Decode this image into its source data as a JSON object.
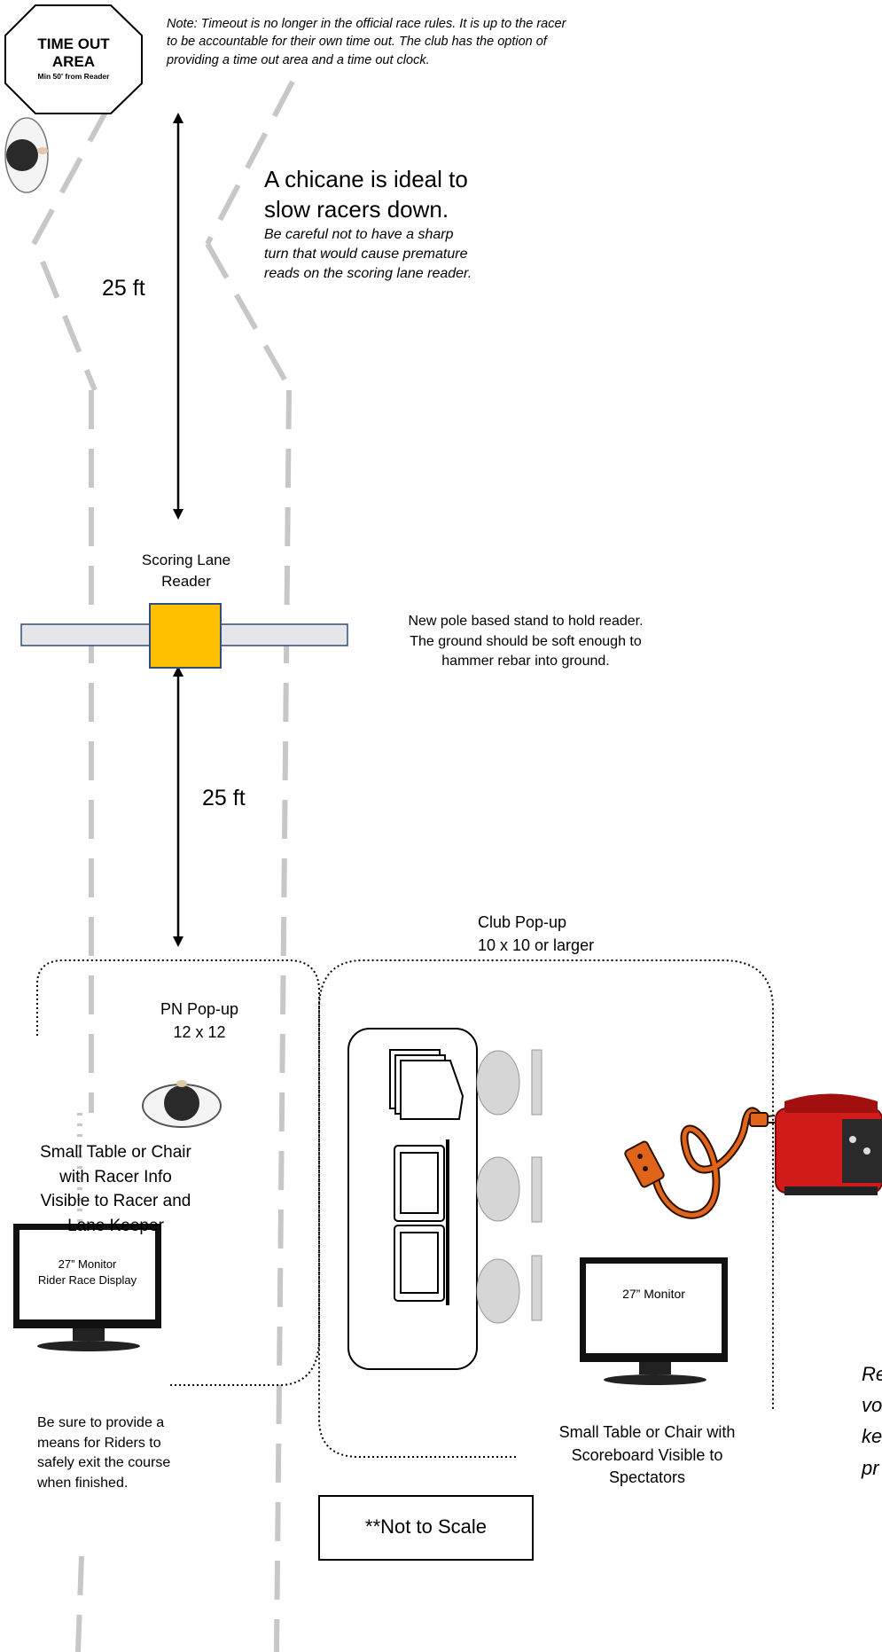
{
  "timeout_sign": {
    "title_line1": "TIME OUT",
    "title_line2": "AREA",
    "subtitle": "Min 50' from Reader"
  },
  "timeout_note": {
    "line1": "Note: Timeout is no longer in the official race rules.  It is up to the racer",
    "line2": "to be accountable for their own time out.  The club has the option of",
    "line3": "providing a time out area and a time out clock."
  },
  "chicane": {
    "heading_line1": "A chicane is ideal to",
    "heading_line2": "slow racers down.",
    "note_line1": "Be careful not to have a sharp",
    "note_line2": "turn that would cause premature",
    "note_line3": "reads on the scoring lane reader."
  },
  "distances": {
    "upper": "25 ft",
    "lower": "25 ft"
  },
  "reader": {
    "label_line1": "Scoring Lane",
    "label_line2": "Reader",
    "note_line1": "New pole based stand to hold reader.",
    "note_line2": "The ground should be soft enough to",
    "note_line3": "hammer rebar into ground."
  },
  "club_popup": {
    "line1": "Club Pop-up",
    "line2": "10 x 10 or larger"
  },
  "pn_popup": {
    "line1": "PN Pop-up",
    "line2": "12 x 12"
  },
  "racer_table": {
    "line1": "Small Table or Chair",
    "line2": "with Racer Info",
    "line3": "Visible to Racer and",
    "line4": "Lane Keeper"
  },
  "monitor_left": {
    "line1": "27” Monitor",
    "line2": "Rider Race Display"
  },
  "monitor_right": {
    "line1": "27” Monitor"
  },
  "scoreboard_table": {
    "line1": "Small Table or Chair with",
    "line2": "Scoreboard Visible to",
    "line3": "Spectators"
  },
  "exit_note": {
    "line1": "Be sure to provide a",
    "line2": "means for Riders to",
    "line3": "safely exit the course",
    "line4": "when finished."
  },
  "scale_note": "**Not to Scale",
  "cut_text": {
    "line1": "Re",
    "line2": "vo",
    "line3": "ke",
    "line4": "pr"
  },
  "icons": [
    "octagon-sign",
    "person-topdown-icon",
    "arrow-double-icon",
    "reader-box-icon",
    "papers-icon",
    "laptop-icon",
    "chair-icon",
    "extension-cord-icon",
    "generator-icon",
    "monitor-icon"
  ],
  "colors": {
    "lane_dash": "#c8c6c6",
    "reader_box": "#ffc000",
    "reader_border": "#2f4f7f",
    "stand_bar": "#e5e5ea",
    "generator_red": "#d11b1b",
    "cord_orange": "#e0651a"
  }
}
